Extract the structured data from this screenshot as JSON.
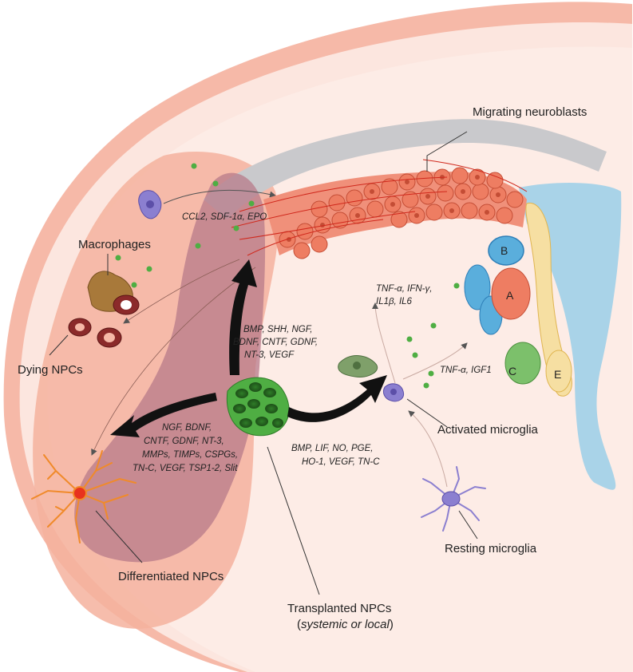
{
  "labels": {
    "migrating_neuroblasts": "Migrating neuroblasts",
    "macrophages": "Macrophages",
    "dying_npcs": "Dying NPCs",
    "differentiated_npcs": "Differentiated NPCs",
    "transplanted_npcs": "Transplanted NPCs",
    "transplanted_npcs_open": "(",
    "transplanted_npcs_note": "systemic or local",
    "transplanted_npcs_close": ")",
    "activated_microglia": "Activated microglia",
    "resting_microglia": "Resting microglia"
  },
  "factors": {
    "chemokines": "CCL2, SDF-1α, EPO",
    "to_neuroblasts": [
      "BMP, SHH, NGF,",
      "BDNF, CNTF, GDNF,",
      "NT-3, VEGF"
    ],
    "to_differentiated": [
      "NGF, BDNF,",
      "CNTF, GDNF, NT-3,",
      "MMPs, TIMPs, CSPGs,",
      "TN-C, VEGF, TSP1-2, Slit"
    ],
    "to_microglia": [
      "BMP, LIF, NO, PGE,",
      "HO-1, VEGF, TN-C"
    ],
    "microglia_out": [
      "TNF-α, IFN-γ,",
      "IL1β, IL6"
    ],
    "microglia_to_niche": "TNF-α, IGF1"
  },
  "niche_cells": {
    "a": "A",
    "b": "B",
    "c": "C",
    "e": "E"
  },
  "colors": {
    "background_tissue": "#fce6df",
    "lesion": "#f5b29e",
    "graft_tract": "#b77a8a",
    "ventricle": "#a9d3e8",
    "neuroblast": "#ee7d62",
    "npc_green": "#4fae43",
    "microglia_purple": "#8b7fd0",
    "macrophage_brown": "#a8793a"
  }
}
